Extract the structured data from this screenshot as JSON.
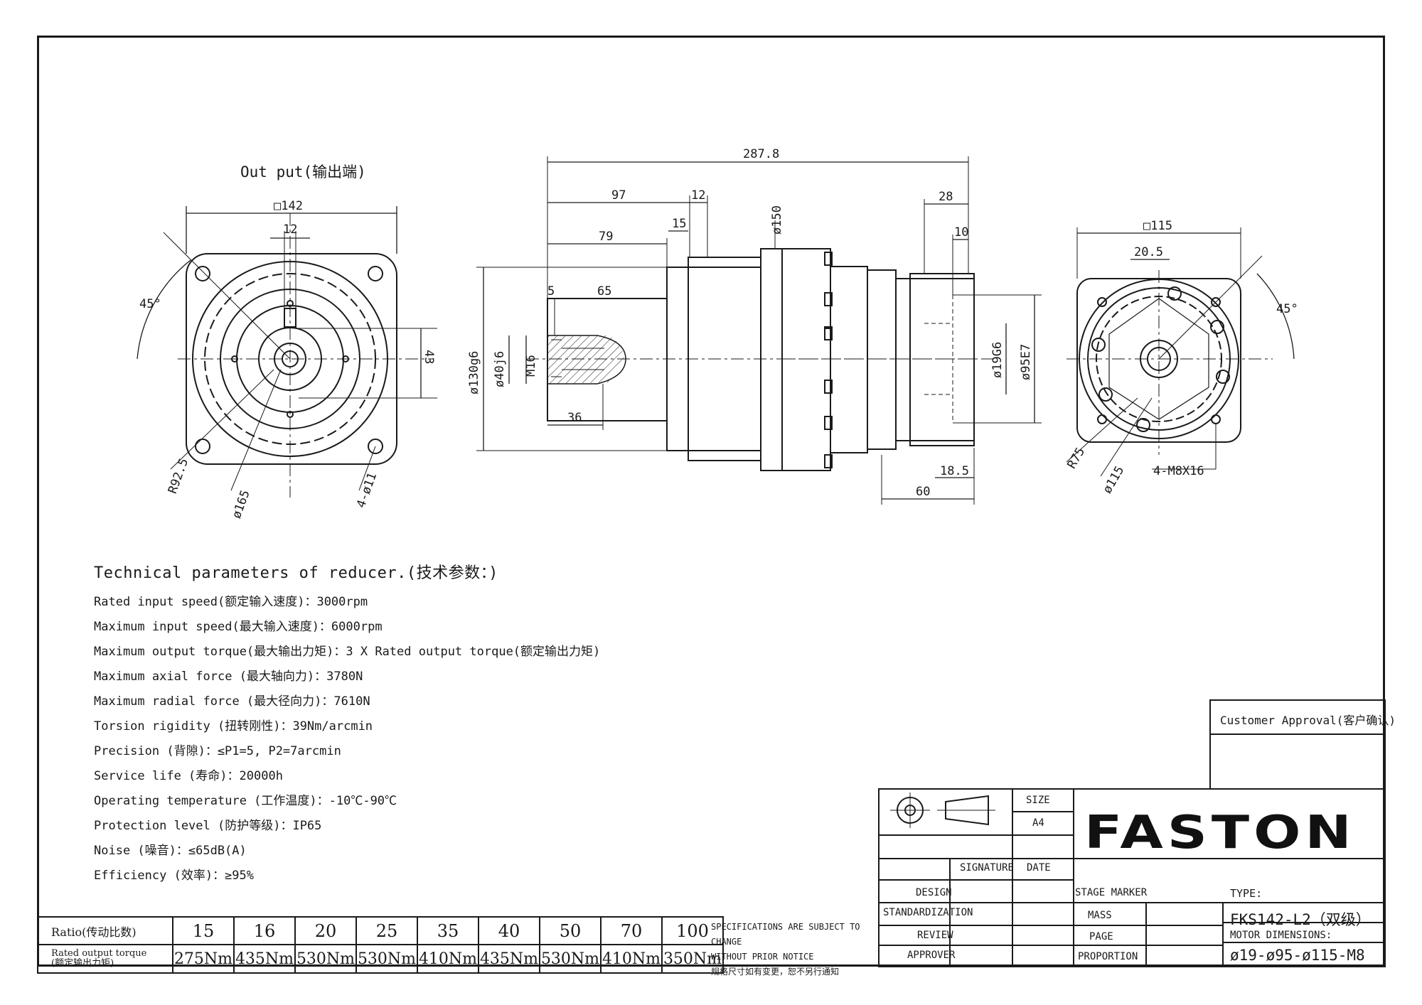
{
  "labels": {
    "output": "Out put(输出端)"
  },
  "dimensions": {
    "d142": "□142",
    "d12_left": "12",
    "d45_left": "45°",
    "d43": "43",
    "d925": "R92.5",
    "d165": "ø165",
    "d4_11": "4-ø11",
    "d2878": "287.8",
    "d97": "97",
    "d12_top": "12",
    "d15": "15",
    "d79": "79",
    "d150": "ø150",
    "d5": "5",
    "d65": "65",
    "d130": "ø130g6",
    "d40": "ø40j6",
    "m16": "M16",
    "d36": "36",
    "d28": "28",
    "d10": "10",
    "d19": "ø19G6",
    "d95": "ø95E7",
    "d185": "18.5",
    "d60": "60",
    "d115sq": "□115",
    "d205": "20.5",
    "d45_right": "45°",
    "r75": "R75",
    "d115": "ø115",
    "m8": "4-M8X16"
  },
  "tech": {
    "title": "Technical parameters of reducer.(技术参数：)",
    "lines": [
      "Rated input speed(额定输入速度)：3000rpm",
      "Maximum input speed(最大输入速度)：6000rpm",
      "Maximum output torque(最大输出力矩)：3 X Rated output torque(额定输出力矩)",
      "Maximum axial force (最大轴向力)：3780N",
      "Maximum radial force (最大径向力)：7610N",
      "Torsion rigidity (扭转刚性)：39Nm/arcmin",
      "Precision (背隙)：≤P1=5, P2=7arcmin",
      "Service life (寿命)：20000h",
      "Operating temperature (工作温度)：-10℃-90℃",
      "Protection level (防护等级)：IP65",
      "Noise (噪音)：≤65dB(A)",
      "Efficiency (效率)：≥95%"
    ]
  },
  "ratio_table": {
    "ratio_label": "Ratio(传动比数)",
    "torque_label_1": "Rated output torque",
    "torque_label_2": "(额定输出力矩)",
    "ratios": [
      "15",
      "16",
      "20",
      "25",
      "35",
      "40",
      "50",
      "70",
      "100"
    ],
    "torques": [
      "275Nm",
      "435Nm",
      "530Nm",
      "530Nm",
      "410Nm",
      "435Nm",
      "530Nm",
      "410Nm",
      "350Nm"
    ]
  },
  "spec_note": {
    "line1": "SPECIFICATIONS ARE SUBJECT TO CHANGE",
    "line2": "WITHOUT PRIOR NOTICE",
    "line3": "规格尺寸如有变更，恕不另行通知"
  },
  "title_block": {
    "customer_approval": "Customer Approval(客户确认)",
    "size_label": "SIZE",
    "size_value": "A4",
    "signature": "SIGNATURE",
    "date": "DATE",
    "design": "DESIGN",
    "standardization": "STANDARDIZATION",
    "review": "REVIEW",
    "approver": "APPROVER",
    "stage_marker": "STAGE MARKER",
    "mass": "MASS",
    "page": "PAGE",
    "proportion": "PROPORTION",
    "brand": "FASTON",
    "type_label": "TYPE:",
    "type_value": "FKS142-L2（双级）",
    "motor_label": "MOTOR DIMENSIONS:",
    "motor_value": "ø19-ø95-ø115-M8"
  }
}
